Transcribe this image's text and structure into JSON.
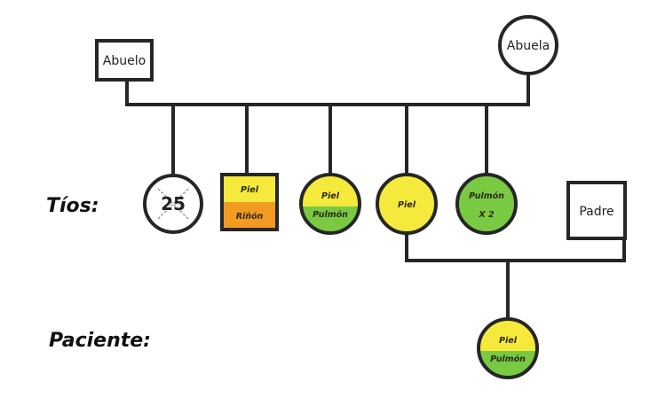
{
  "diagram": {
    "type": "pedigree",
    "generation_labels": {
      "tios": "Tíos:",
      "paciente": "Paciente:"
    },
    "colors": {
      "piel": "#f5ea3c",
      "rinon": "#f39a22",
      "pulmon": "#7ac943",
      "unaffected": "#ffffff",
      "line": "#262626"
    },
    "grandparents": [
      {
        "id": "abuelo",
        "label": "Abuelo",
        "sex": "male",
        "shape": "square"
      },
      {
        "id": "abuela",
        "label": "Abuela",
        "sex": "female",
        "shape": "circle"
      }
    ],
    "tios": [
      {
        "id": "tio-1",
        "sex": "female",
        "shape": "circle",
        "deceased": true,
        "age_label": "25",
        "conditions": []
      },
      {
        "id": "tio-2",
        "sex": "male",
        "shape": "square",
        "deceased": false,
        "conditions": [
          "Piel",
          "Riñón"
        ]
      },
      {
        "id": "tio-3",
        "sex": "female",
        "shape": "circle",
        "deceased": false,
        "conditions": [
          "Piel",
          "Pulmón"
        ]
      },
      {
        "id": "tio-4",
        "sex": "female",
        "shape": "circle",
        "deceased": false,
        "conditions": [
          "Piel"
        ],
        "is_mother_of_patient": true
      },
      {
        "id": "tio-5",
        "sex": "female",
        "shape": "circle",
        "deceased": false,
        "conditions": [
          "Pulmón"
        ],
        "note": "X 2"
      }
    ],
    "padre": {
      "id": "padre",
      "label": "Padre",
      "sex": "male",
      "shape": "square"
    },
    "paciente": {
      "id": "paciente",
      "sex": "female",
      "shape": "circle",
      "conditions": [
        "Piel",
        "Pulmón"
      ]
    }
  }
}
